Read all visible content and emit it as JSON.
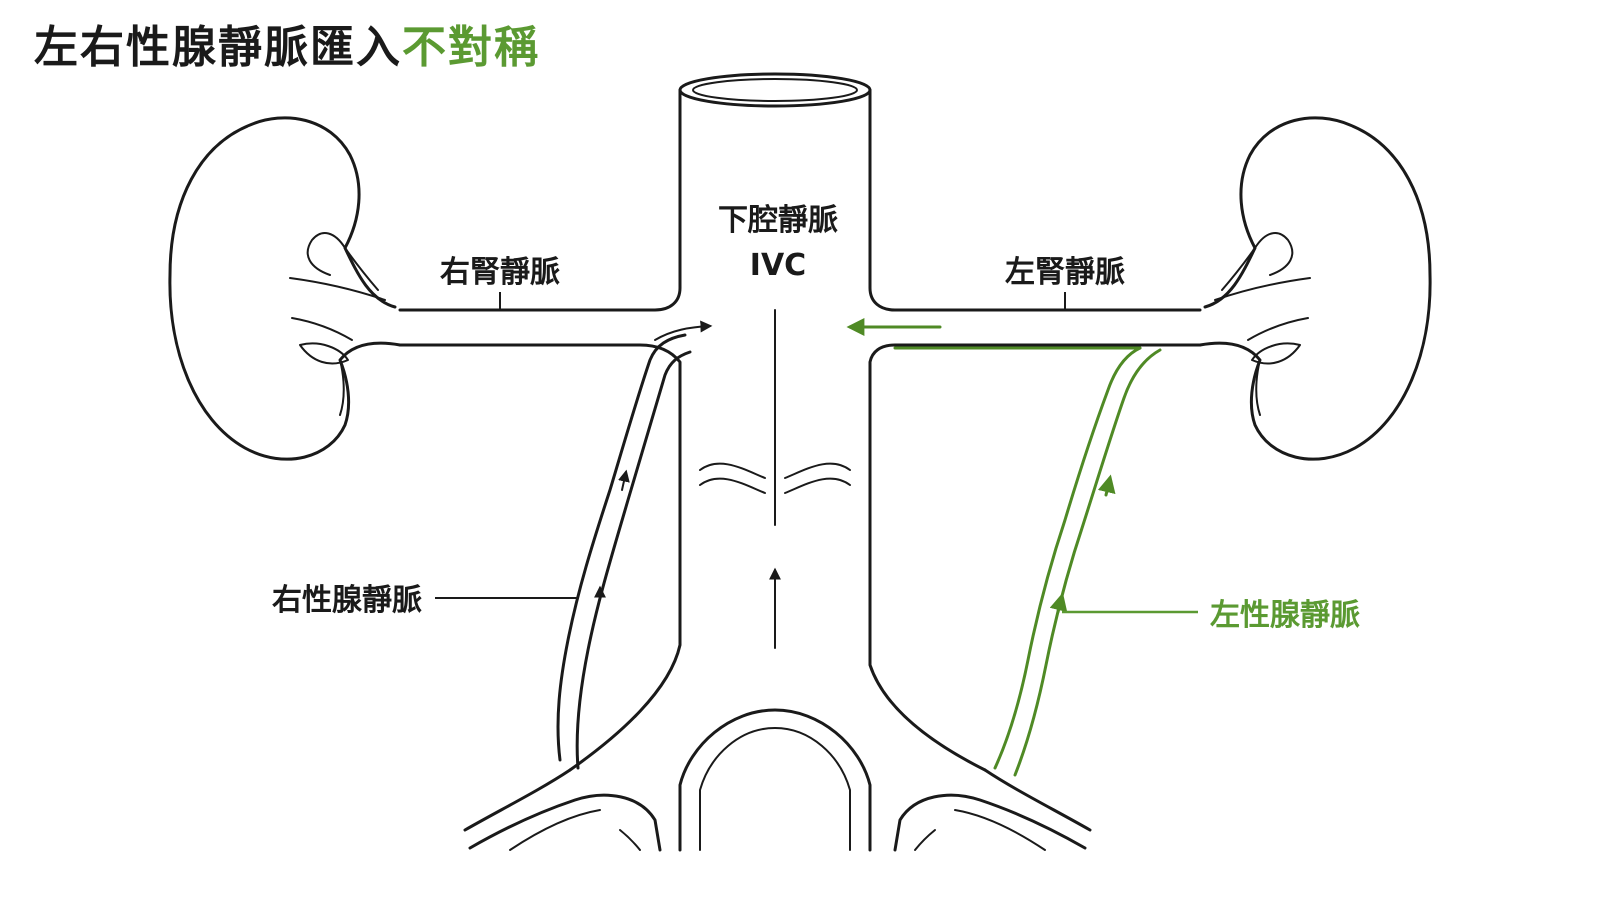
{
  "title": {
    "main": "左右性腺靜脈匯入",
    "accent": "不對稱"
  },
  "labels": {
    "ivc_cn": "下腔靜脈",
    "ivc_en": "IVC",
    "right_renal_vein": "右腎靜脈",
    "left_renal_vein": "左腎靜脈",
    "right_gonadal_vein": "右性腺靜脈",
    "left_gonadal_vein": "左性腺靜脈"
  },
  "colors": {
    "line": "#1a1a1a",
    "accent": "#5b9a32",
    "background": "#ffffff"
  }
}
